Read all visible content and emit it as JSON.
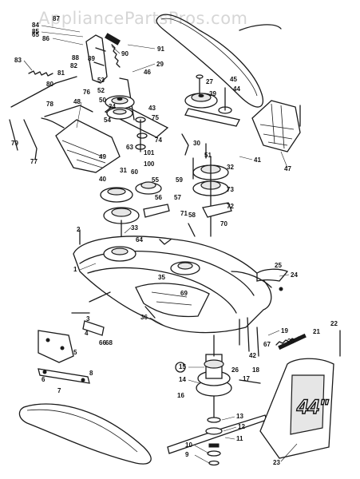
{
  "watermark": "AppliancePartsPros.com",
  "badge": "44\"",
  "callouts": [
    "84",
    "85",
    "86",
    "87",
    "88",
    "89",
    "90",
    "91",
    "29",
    "83",
    "81",
    "82",
    "80",
    "78",
    "79",
    "77",
    "76",
    "48",
    "53",
    "52",
    "50",
    "34",
    "54",
    "49",
    "46",
    "39",
    "27",
    "44",
    "45",
    "43",
    "75",
    "74",
    "63",
    "101",
    "100",
    "30",
    "31",
    "32",
    "33",
    "51",
    "41",
    "47",
    "40",
    "55",
    "56",
    "57",
    "58",
    "59",
    "60",
    "70",
    "71",
    "72",
    "73",
    "1",
    "2",
    "3",
    "4",
    "5",
    "6",
    "7",
    "8",
    "9",
    "10",
    "11",
    "12",
    "13",
    "14",
    "15",
    "16",
    "17",
    "18",
    "19",
    "20",
    "21",
    "22",
    "23",
    "24",
    "25",
    "26",
    "35",
    "36",
    "42",
    "64",
    "65",
    "66",
    "67",
    "68",
    "69"
  ]
}
